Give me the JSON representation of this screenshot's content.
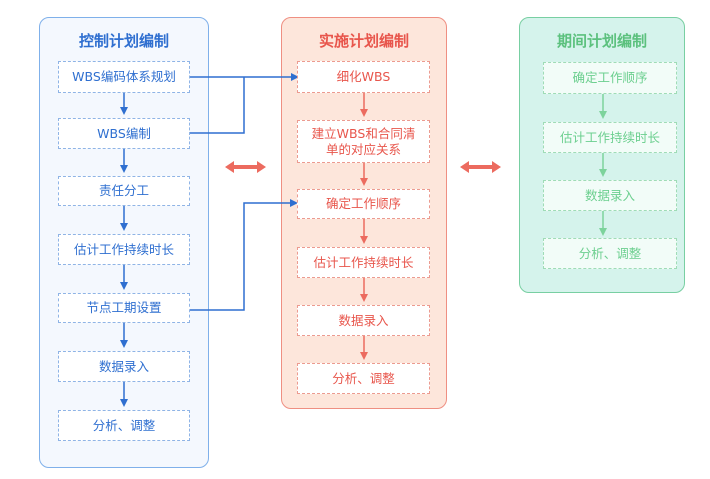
{
  "columns": {
    "control": {
      "title": "控制计划编制",
      "items": [
        "WBS编码体系规划",
        "WBS编制",
        "责任分工",
        "估计工作持续时长",
        "节点工期设置",
        "数据录入",
        "分析、调整"
      ]
    },
    "implement": {
      "title": "实施计划编制",
      "items": [
        "细化WBS",
        "建立WBS和合同清单的对应关系",
        "确定工作顺序",
        "估计工作持续时长",
        "数据录入",
        "分析、调整"
      ]
    },
    "period": {
      "title": "期间计划编制",
      "items": [
        "确定工作顺序",
        "估计工作持续时长",
        "数据录入",
        "分析、调整"
      ]
    }
  },
  "colors": {
    "blue": "#2f6fd0",
    "red": "#e8564c",
    "green": "#5cc17e"
  }
}
